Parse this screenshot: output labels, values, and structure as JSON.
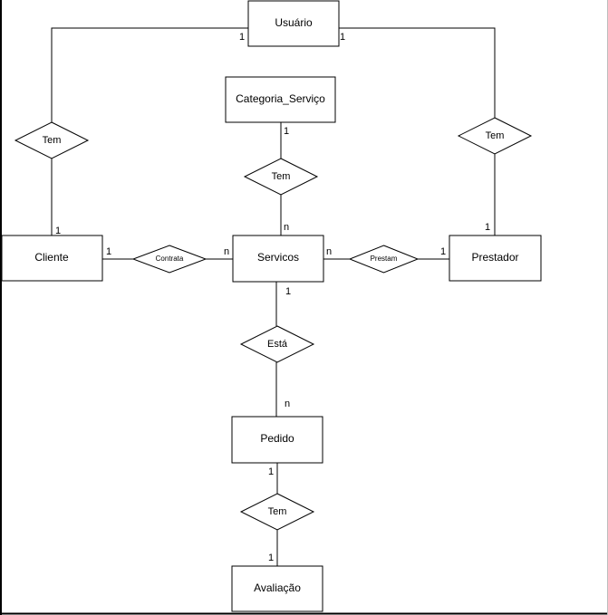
{
  "entities": [
    {
      "id": "usuario",
      "label": "Usuário"
    },
    {
      "id": "categoria",
      "label": "Categoria_Serviço"
    },
    {
      "id": "cliente",
      "label": "Cliente"
    },
    {
      "id": "servicos",
      "label": "Servicos"
    },
    {
      "id": "prestador",
      "label": "Prestador"
    },
    {
      "id": "pedido",
      "label": "Pedido"
    },
    {
      "id": "avaliacao",
      "label": "Avaliação"
    }
  ],
  "relationships": [
    {
      "id": "tem-cliente",
      "label": "Tem",
      "from": "usuario",
      "to": "cliente",
      "from_card": "1",
      "to_card": "1"
    },
    {
      "id": "tem-prestador",
      "label": "Tem",
      "from": "usuario",
      "to": "prestador",
      "from_card": "1",
      "to_card": "1"
    },
    {
      "id": "tem-categoria",
      "label": "Tem",
      "from": "categoria",
      "to": "servicos",
      "from_card": "1",
      "to_card": "n"
    },
    {
      "id": "contrata",
      "label": "Contrata",
      "from": "cliente",
      "to": "servicos",
      "from_card": "1",
      "to_card": "n"
    },
    {
      "id": "prestam",
      "label": "Prestam",
      "from": "servicos",
      "to": "prestador",
      "from_card": "n",
      "to_card": "1"
    },
    {
      "id": "esta",
      "label": "Está",
      "from": "servicos",
      "to": "pedido",
      "from_card": "1",
      "to_card": "n"
    },
    {
      "id": "tem-avaliacao",
      "label": "Tem",
      "from": "pedido",
      "to": "avaliacao",
      "from_card": "1",
      "to_card": "1"
    }
  ]
}
